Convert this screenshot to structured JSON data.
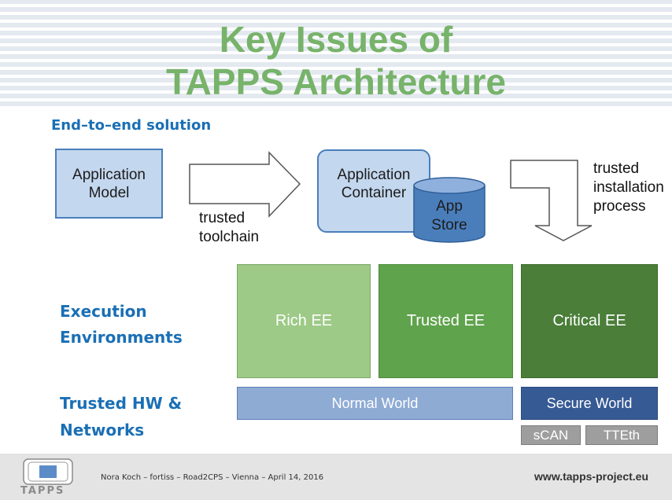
{
  "title": {
    "line1": "Key Issues of",
    "line2": "TAPPS Architecture"
  },
  "sections": {
    "end_to_end": "End–to–end solution",
    "execution_line1": "Execution",
    "execution_line2": "Environments",
    "hw_line1": "Trusted HW &",
    "hw_line2": "Networks"
  },
  "diagram": {
    "application_model": [
      "Application",
      "Model"
    ],
    "toolchain_label": [
      "trusted",
      "toolchain"
    ],
    "application_container": [
      "Application",
      "Container"
    ],
    "app_store": [
      "App",
      "Store"
    ],
    "installation_label": [
      "trusted",
      "installation",
      "process"
    ],
    "execution_environments": [
      "Rich EE",
      "Trusted EE",
      "Critical EE"
    ],
    "worlds": [
      "Normal World",
      "Secure World"
    ],
    "networks": [
      "sCAN",
      "TTEth"
    ]
  },
  "footer": {
    "credit": "Nora Koch – fortiss – Road2CPS – Vienna – April 14, 2016",
    "url": "www.tapps-project.eu",
    "logo_text": "TAPPS"
  },
  "colors": {
    "title_green": "#77b36a",
    "section_blue": "#1a6fb5",
    "rich_ee": "#9dca86",
    "trusted_ee": "#5fa34c",
    "critical_ee": "#4a7e39",
    "normal_world": "#8eabd4",
    "secure_world": "#365a94",
    "network_grey": "#9e9e9e"
  }
}
